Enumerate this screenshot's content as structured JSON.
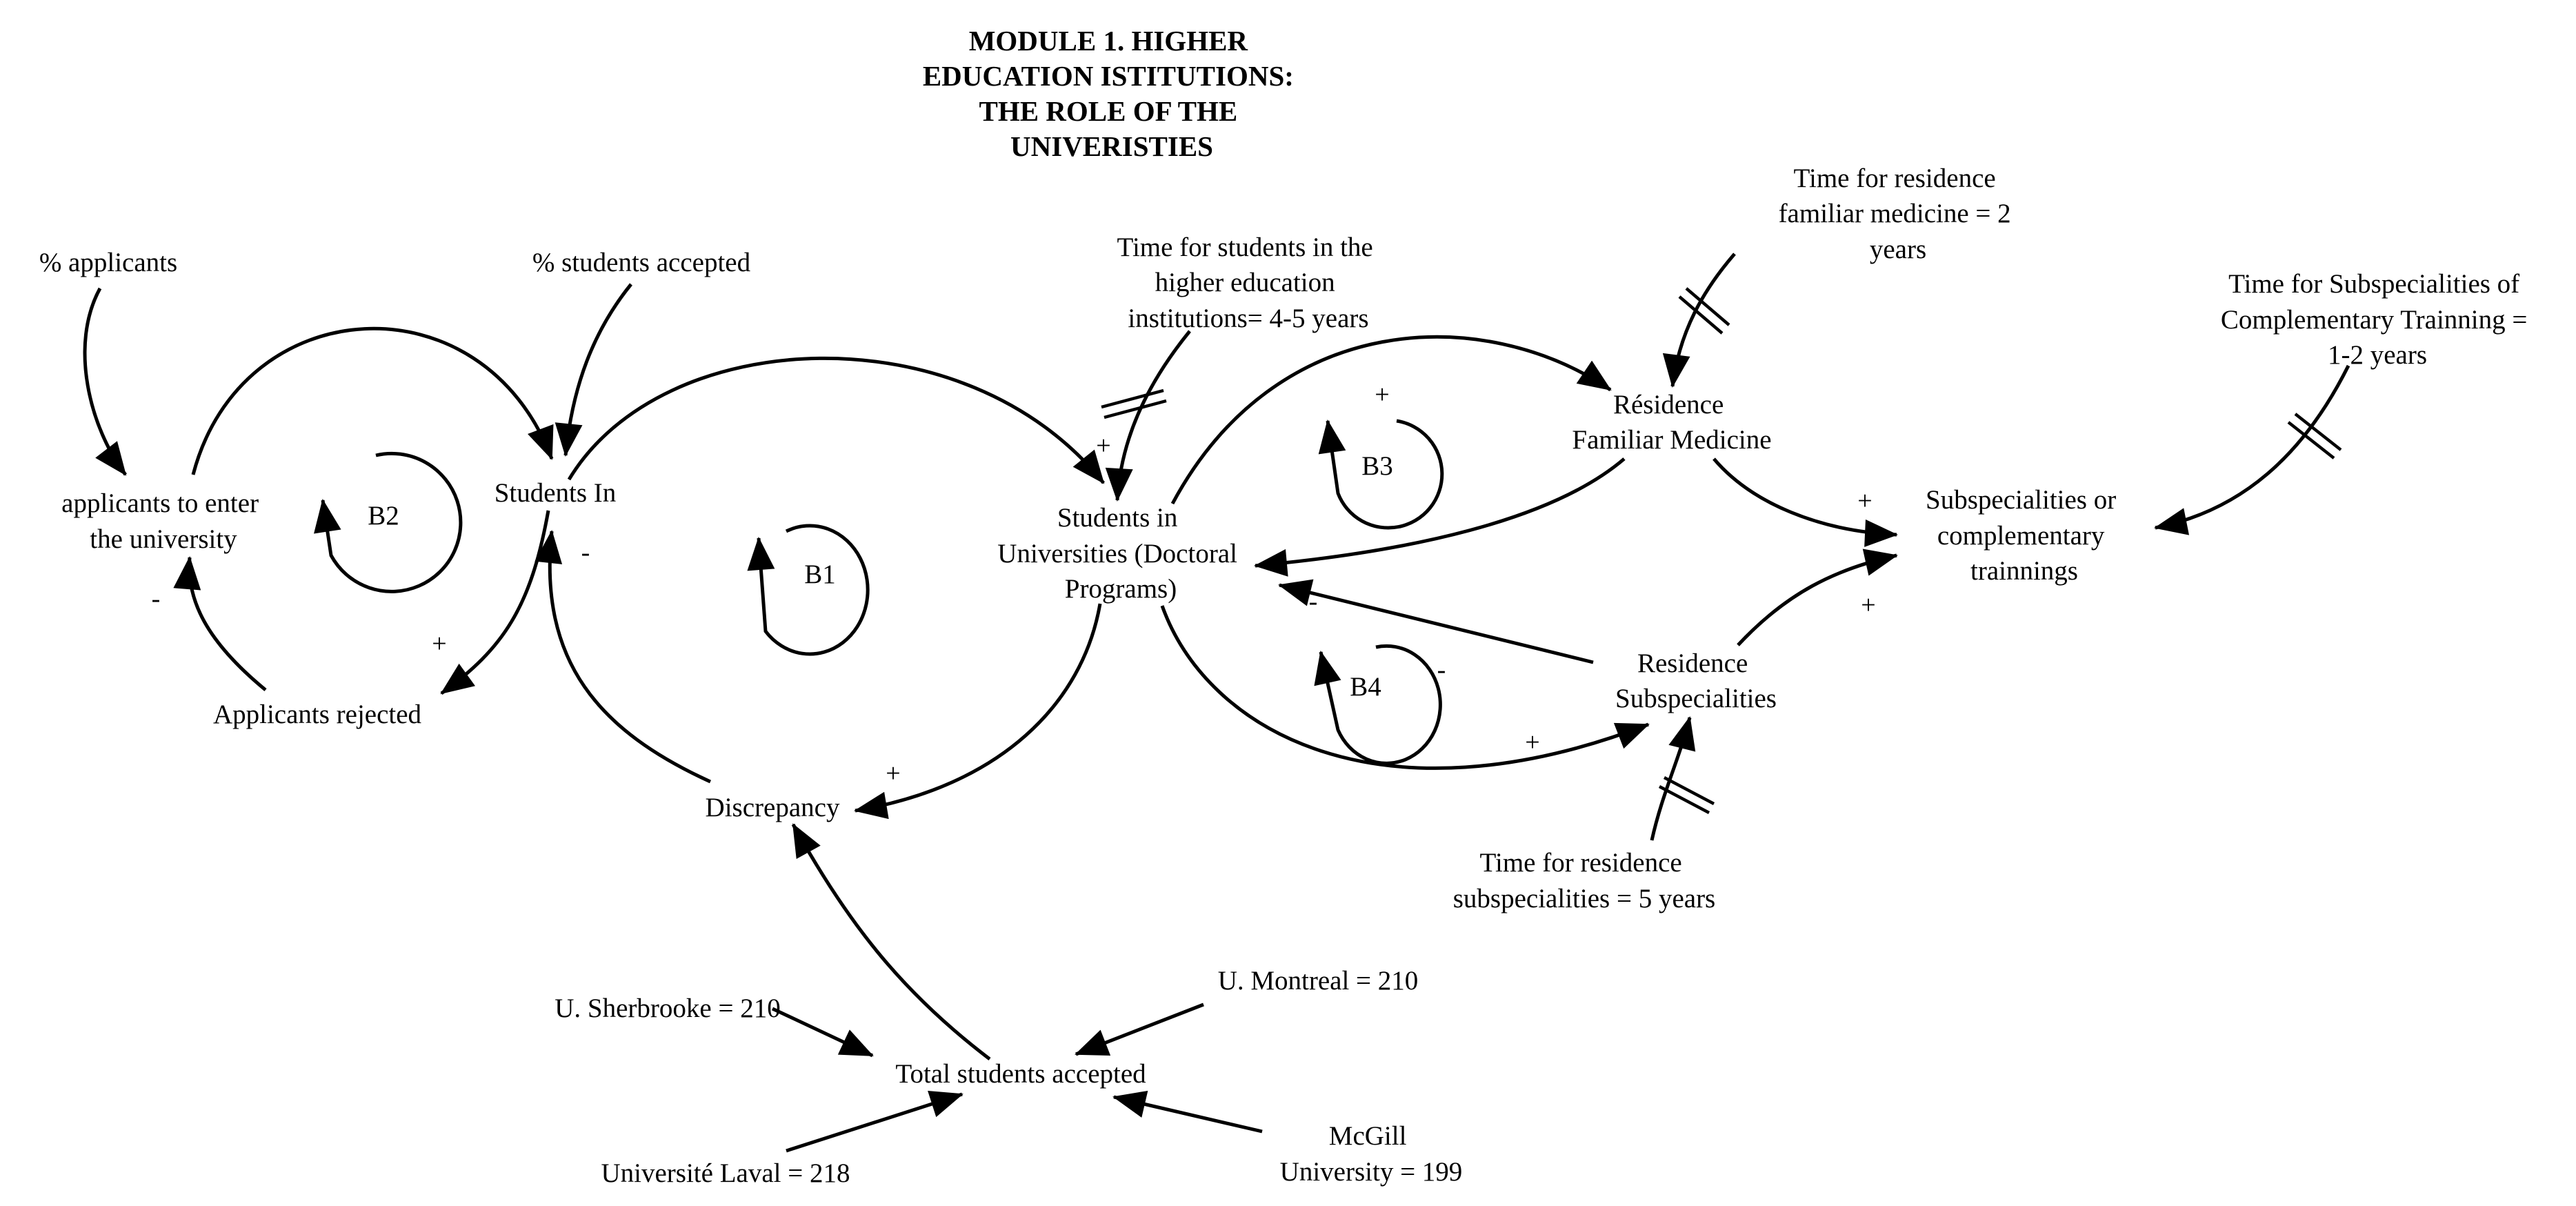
{
  "title": {
    "lines": [
      "MODULE 1. HIGHER",
      "EDUCATION ISTITUTIONS:",
      "THE ROLE OF THE",
      "UNIVERISTIES"
    ]
  },
  "nodes": {
    "pct_applicants": [
      "% applicants"
    ],
    "pct_accepted": [
      "% students accepted"
    ],
    "applicants_to_enter": [
      "applicants to enter",
      "the university"
    ],
    "students_in": [
      "Students In"
    ],
    "applicants_rejected": [
      "Applicants rejected"
    ],
    "discrepancy": [
      "Discrepancy"
    ],
    "time_students": [
      "Time for students in the",
      "higher education",
      "institutions= 4-5 years"
    ],
    "students_universities": [
      "Students in",
      "Universities (Doctoral",
      "Programs)"
    ],
    "time_residence_fm": [
      "Time for residence",
      "familiar medicine = 2",
      "years"
    ],
    "residence_fm": [
      "Résidence",
      "Familiar Medicine"
    ],
    "time_subspecialities_ct": [
      "Time for Subspecialities of",
      "Complementary Trainning =",
      "1-2 years"
    ],
    "subspecialities": [
      "Subspecialities or",
      "complementary",
      "trainnings"
    ],
    "residence_sub": [
      "Residence",
      "Subspecialities"
    ],
    "time_residence_sub": [
      "Time for residence",
      "subspecialities = 5 years"
    ],
    "total_accepted": [
      "Total students accepted"
    ],
    "u_sherbrooke": [
      "U. Sherbrooke = 210"
    ],
    "u_montreal": [
      "U. Montreal = 210"
    ],
    "u_laval": [
      "Université Laval = 218"
    ],
    "mcgill": [
      "McGill",
      "University = 199"
    ]
  },
  "polarities": [
    "+",
    "+",
    "-",
    "+",
    "-",
    "+",
    "+",
    "+",
    "-",
    "+",
    "+",
    "-",
    "+"
  ],
  "loops": [
    "B2",
    "B1",
    "B3",
    "B4"
  ],
  "style": {
    "ink": "#000000",
    "background": "#ffffff"
  }
}
